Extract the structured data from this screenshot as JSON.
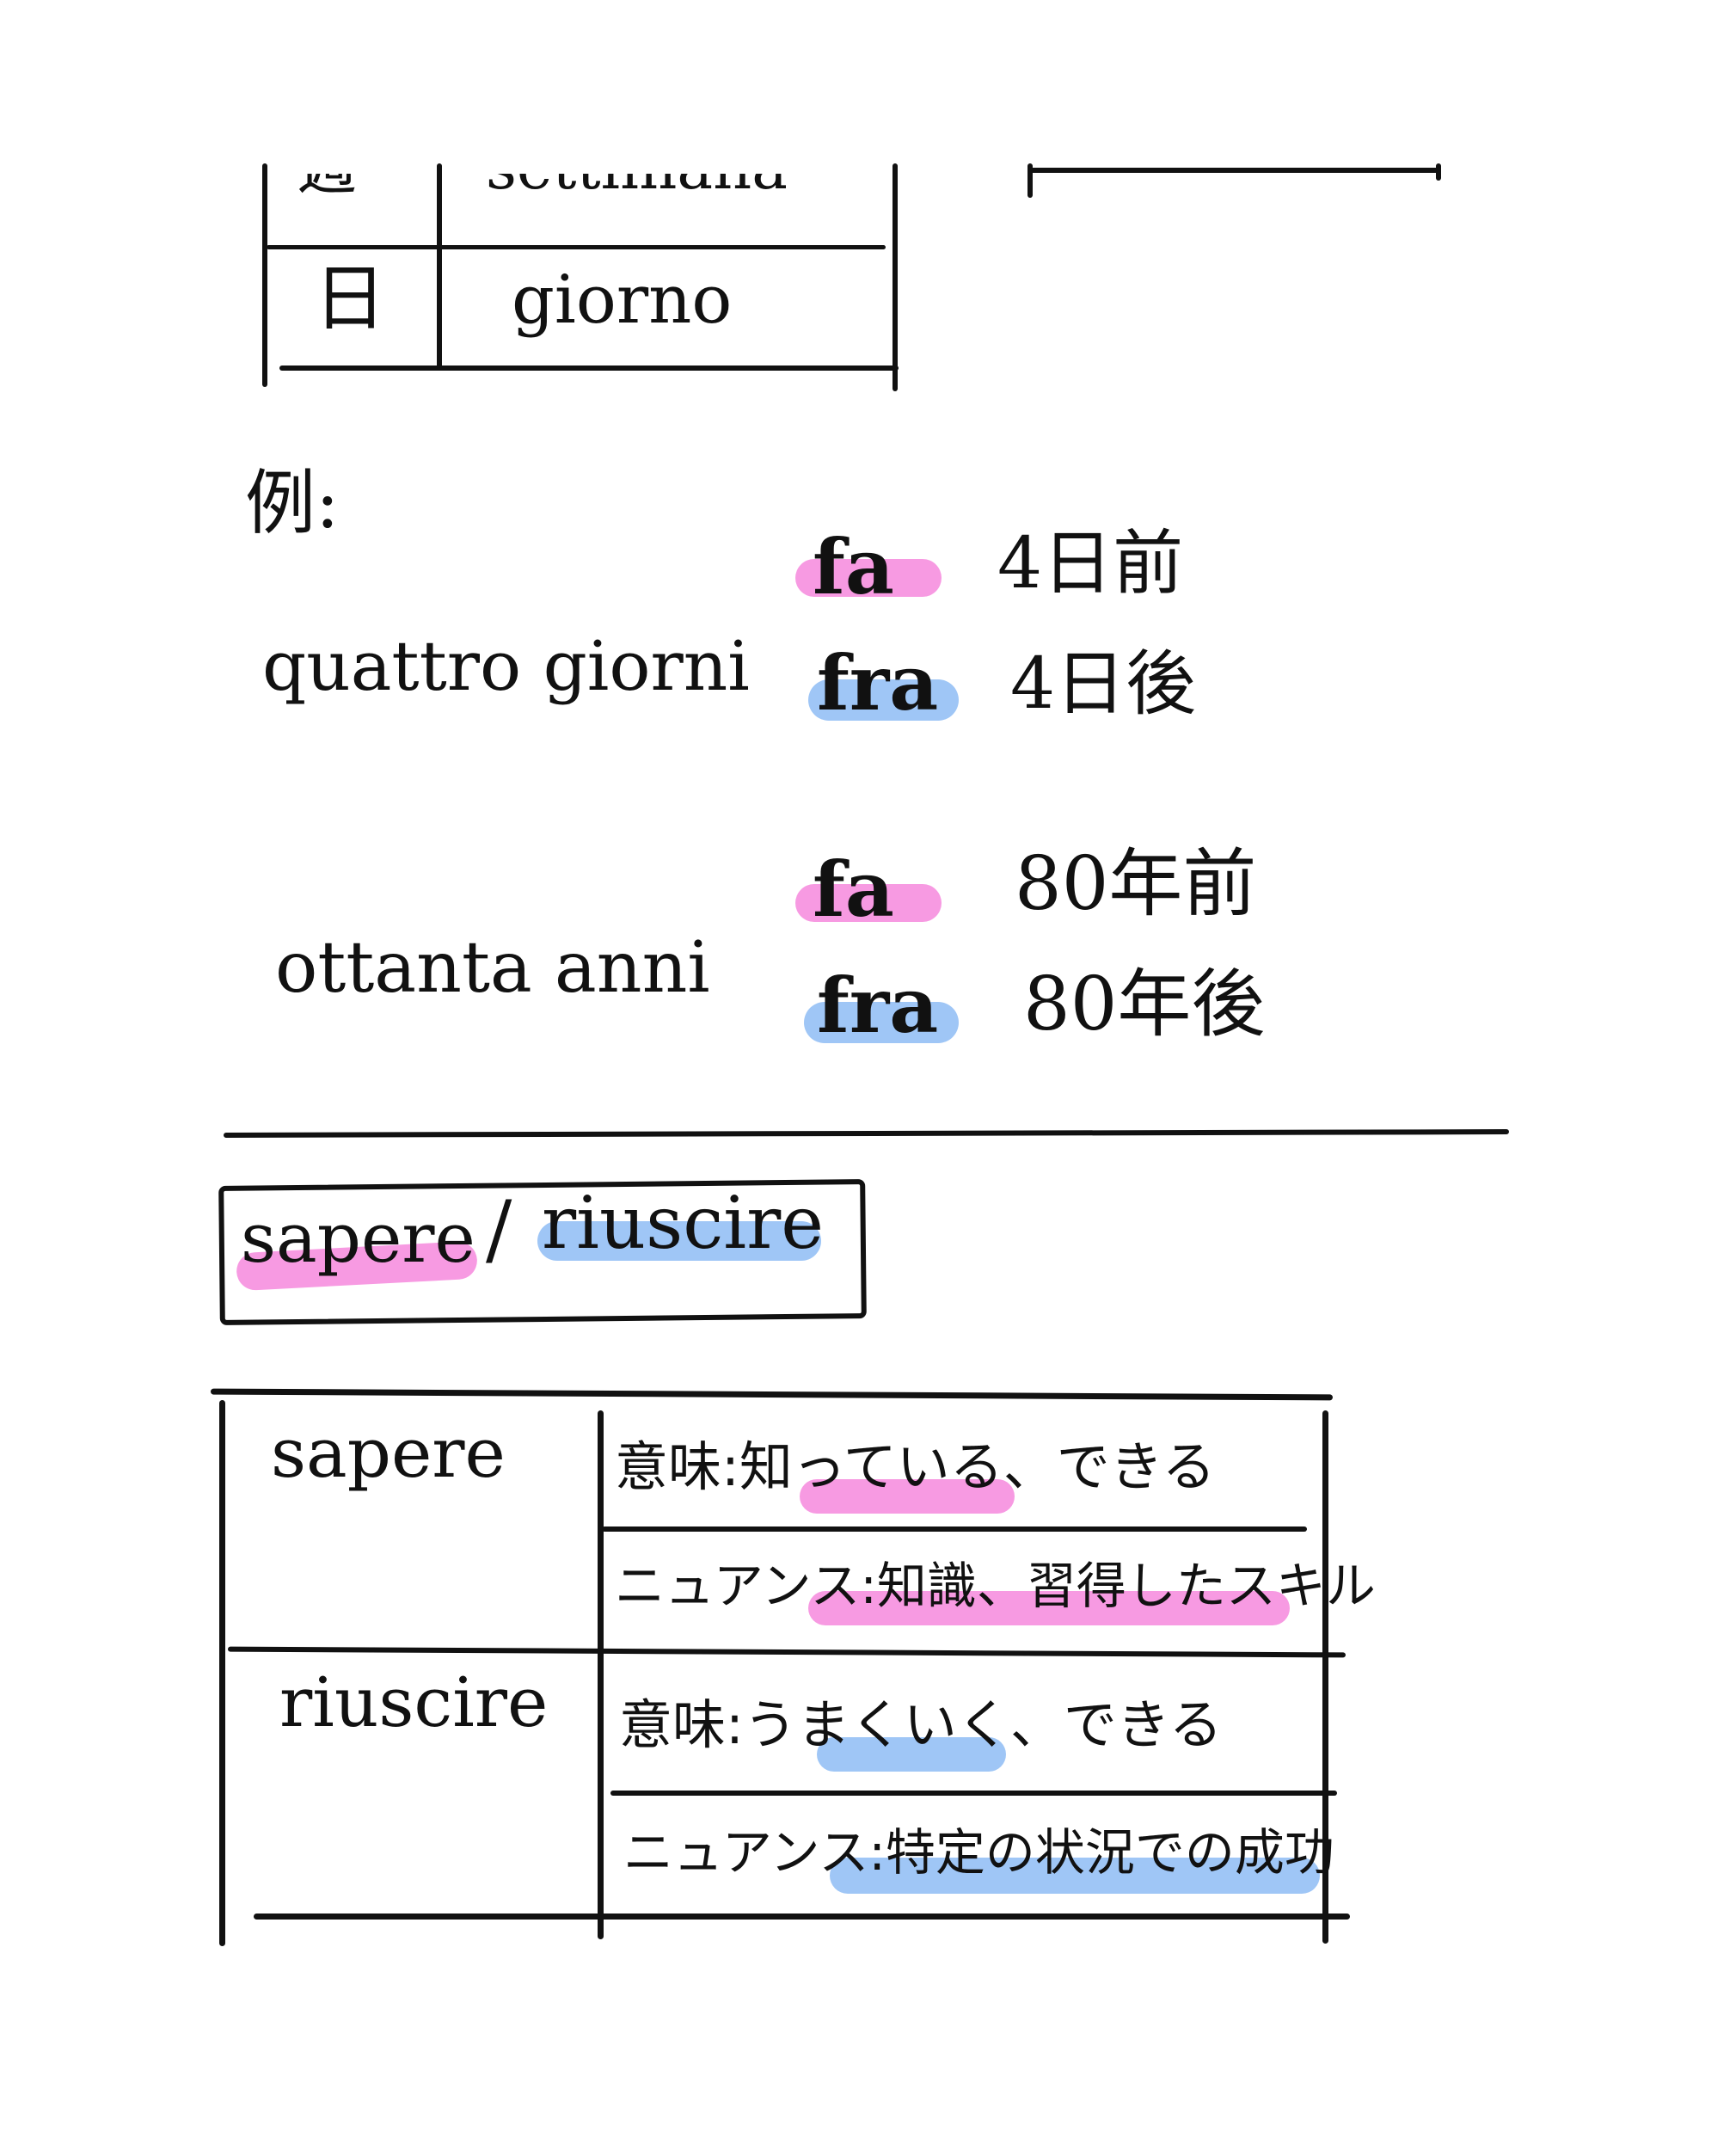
{
  "top_table": {
    "rows": [
      {
        "kanji": "週",
        "italian": "settimana"
      },
      {
        "kanji": "日",
        "italian": "giorno"
      }
    ]
  },
  "examples": {
    "heading": "例:",
    "items": [
      {
        "phrase": "quattro giorni",
        "fa": {
          "word": "fa",
          "meaning": "4日前"
        },
        "fra": {
          "word": "fra",
          "meaning": "4日後"
        }
      },
      {
        "phrase": "ottanta anni",
        "fa": {
          "word": "fa",
          "meaning": "80年前"
        },
        "fra": {
          "word": "fra",
          "meaning": "80年後"
        }
      }
    ]
  },
  "section": {
    "title_left": "sapere",
    "title_sep": "/",
    "title_right": "riuscire"
  },
  "compare_table": {
    "rows": [
      {
        "verb": "sapere",
        "meaning": "意味:知っている、できる",
        "nuance": "ニュアンス:知識、習得したスキル"
      },
      {
        "verb": "riuscire",
        "meaning": "意味:うまくいく、できる",
        "nuance": "ニュアンス:特定の状況での成功"
      }
    ]
  },
  "colors": {
    "ink": "#111111",
    "pink_highlight": "#f79ae2",
    "blue_highlight": "#9fc6f6"
  }
}
